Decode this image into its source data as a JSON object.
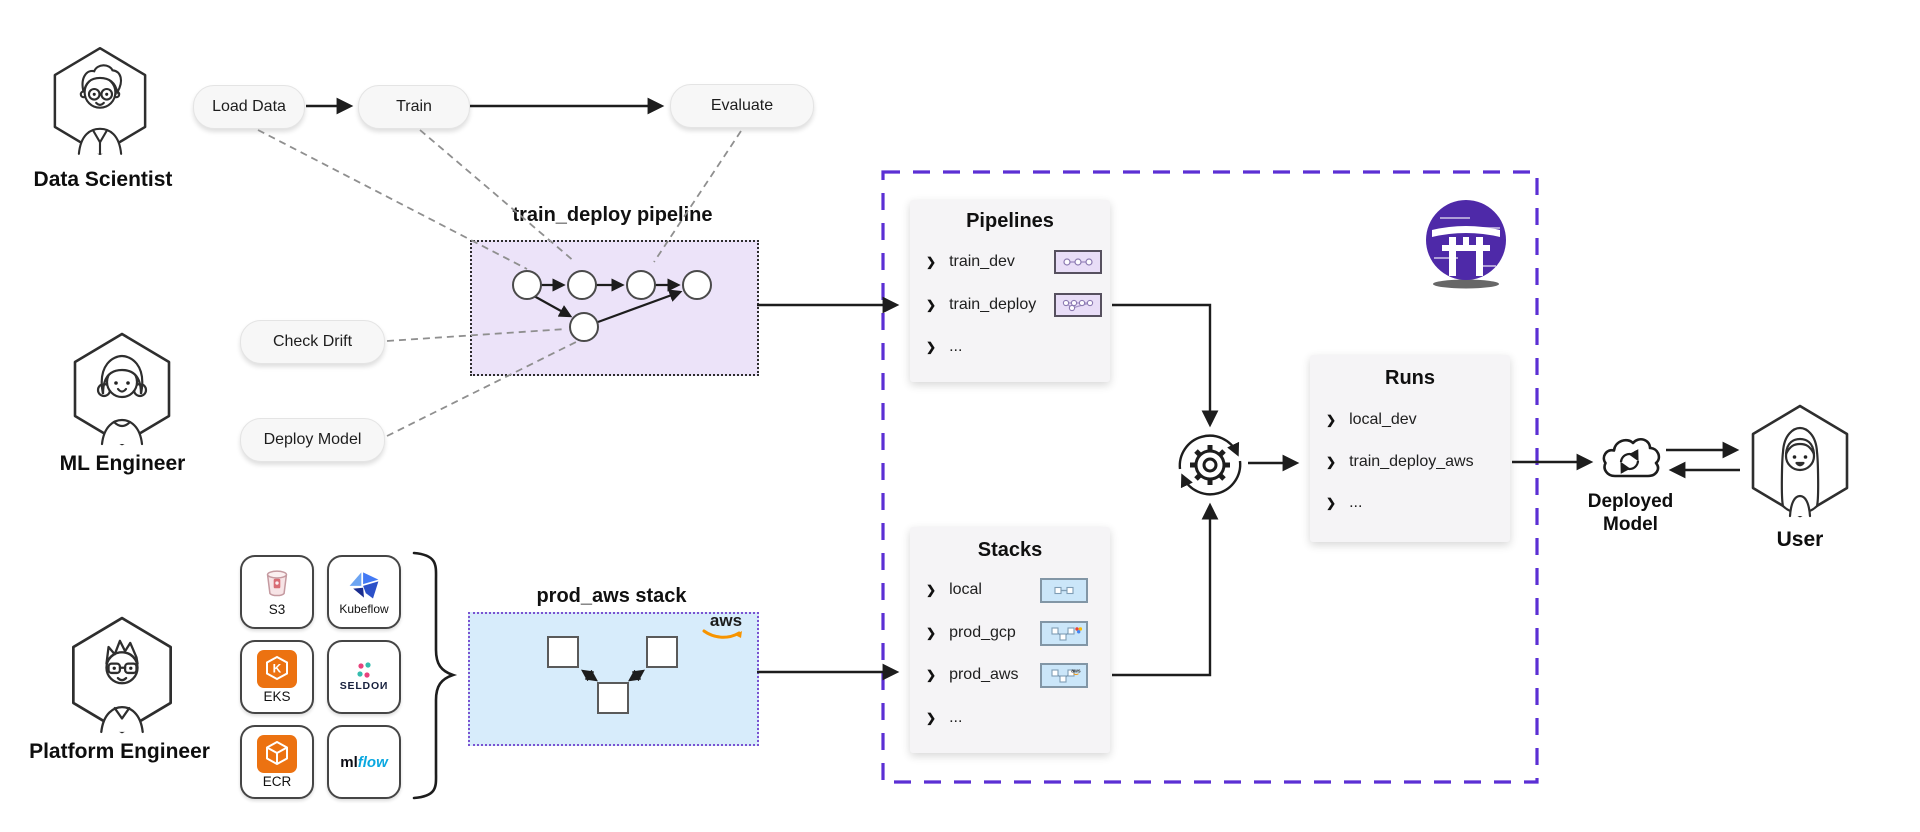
{
  "personas": {
    "data_scientist": "Data Scientist",
    "ml_engineer": "ML Engineer",
    "platform_engineer": "Platform Engineer",
    "user": "User"
  },
  "pills": {
    "load_data": "Load Data",
    "train": "Train",
    "evaluate": "Evaluate",
    "check_drift": "Check Drift",
    "deploy_model": "Deploy Model"
  },
  "pipeline_box": {
    "title": "train_deploy pipeline"
  },
  "stack_box": {
    "title": "prod_aws stack"
  },
  "logos": {
    "aws": "aws",
    "mlflow_ml": "ml",
    "mlflow_flow": "flow",
    "seldon": "SELDOИ",
    "eks_letter": "K"
  },
  "tools": {
    "s3": "S3",
    "kubeflow": "Kubeflow",
    "eks": "EKS",
    "ecr": "ECR"
  },
  "panels": {
    "pipelines": {
      "title": "Pipelines",
      "items": [
        {
          "label": "train_dev"
        },
        {
          "label": "train_deploy"
        },
        {
          "label": "..."
        }
      ]
    },
    "stacks": {
      "title": "Stacks",
      "items": [
        {
          "label": "local"
        },
        {
          "label": "prod_gcp"
        },
        {
          "label": "prod_aws"
        },
        {
          "label": "..."
        }
      ]
    },
    "runs": {
      "title": "Runs",
      "items": [
        {
          "label": "local_dev"
        },
        {
          "label": "train_deploy_aws"
        },
        {
          "label": "..."
        }
      ]
    }
  },
  "outputs": {
    "deployed_model_line1": "Deployed",
    "deployed_model_line2": "Model"
  },
  "colors": {
    "zenml_purple": "#4e29a8",
    "container_border": "#5b2fd4",
    "pipeline_box_fill": "#ece3f9",
    "stack_box_fill": "#d7ecfb",
    "aws_orange": "#f79400",
    "eks_ecr_orange": "#ec7211",
    "mlflow_blue": "#0aa8e0",
    "panel_bg": "#f5f4f6"
  }
}
